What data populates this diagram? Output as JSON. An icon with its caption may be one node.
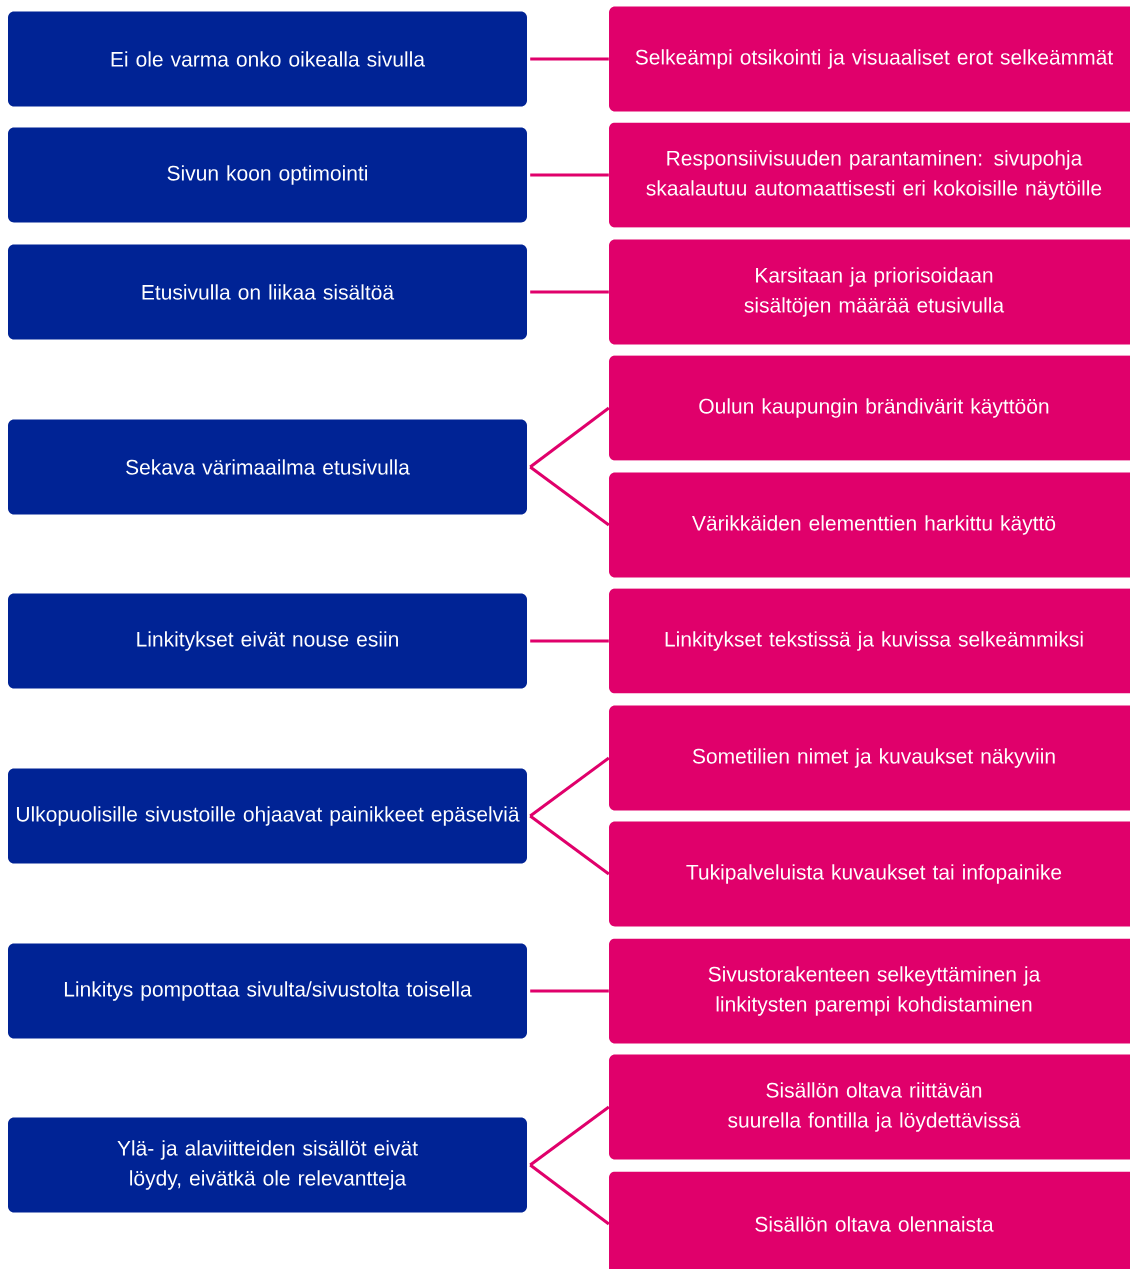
{
  "diagram": {
    "nodes": [
      {
        "text": [
          "Ei ole varma onko oikealla sivulla"
        ]
      },
      {
        "text": [
          "Selkeämpi otsikointi ja visuaaliset erot selkeämmät"
        ]
      },
      {
        "text": [
          "Sivun koon optimointi"
        ]
      },
      {
        "text": [
          "Responsiivisuuden parantaminen: sivupohja skaalautuu automaattisesti eri kokoisille näytöille"
        ]
      },
      {
        "text": [
          "Etusivulla on liikaa sisältöä"
        ]
      },
      {
        "text": [
          "Karsitaan ja priorisoidaan sisältöjen määrää etusivulla"
        ]
      },
      {
        "text": [
          "Sekava värimaailma etusivulla"
        ]
      },
      {
        "text": [
          "Oulun kaupungin brändivärit käyttöön"
        ]
      },
      {
        "text": [
          "Värikkäiden elementtien harkittu käyttö"
        ]
      },
      {
        "text": [
          "Linkitykset eivät nouse esiin"
        ]
      },
      {
        "text": [
          "Linkitykset tekstissä ja kuvissa selkeämmiksi"
        ]
      },
      {
        "text": [
          "Ulkopuolisille sivustoille ohjaavat painikkeet epäselviä"
        ]
      },
      {
        "text": [
          "Sometilien nimet ja kuvaukset näkyviin"
        ]
      },
      {
        "text": [
          "Tukipalveluista kuvaukset tai infopainike"
        ]
      },
      {
        "text": [
          "Linkitys pompottaa sivulta/sivustolta toisella"
        ]
      },
      {
        "text": [
          "Sivustorakenteen selkeyttäminen ja linkitysten parempi kohdistaminen"
        ]
      },
      {
        "text": [
          "Ylä- ja alaviitteiden sisällöt eivät löydy, eivätkä ole relevantteja"
        ]
      },
      {
        "text": [
          "Sisällön oltava riittävän suurella fontilla ja löydettävissä"
        ]
      },
      {
        "text": [
          "Sisällön oltava olennaista"
        ]
      }
    ],
    "edges": [
      {
        "from": 0,
        "to": 1,
        "arrow": "none"
      },
      {
        "from": 2,
        "to": 3,
        "arrow": "none"
      },
      {
        "from": 4,
        "to": 5,
        "arrow": "none"
      },
      {
        "from": 6,
        "to": 7,
        "arrow": "none"
      },
      {
        "from": 6,
        "to": 8,
        "arrow": "none"
      },
      {
        "from": 9,
        "to": 10,
        "arrow": "none"
      },
      {
        "from": 11,
        "to": 12,
        "arrow": "none"
      },
      {
        "from": 11,
        "to": 13,
        "arrow": "none"
      },
      {
        "from": 14,
        "to": 15,
        "arrow": "none"
      },
      {
        "from": 16,
        "to": 17,
        "arrow": "none"
      },
      {
        "from": 16,
        "to": 18,
        "arrow": "none"
      }
    ]
  }
}
